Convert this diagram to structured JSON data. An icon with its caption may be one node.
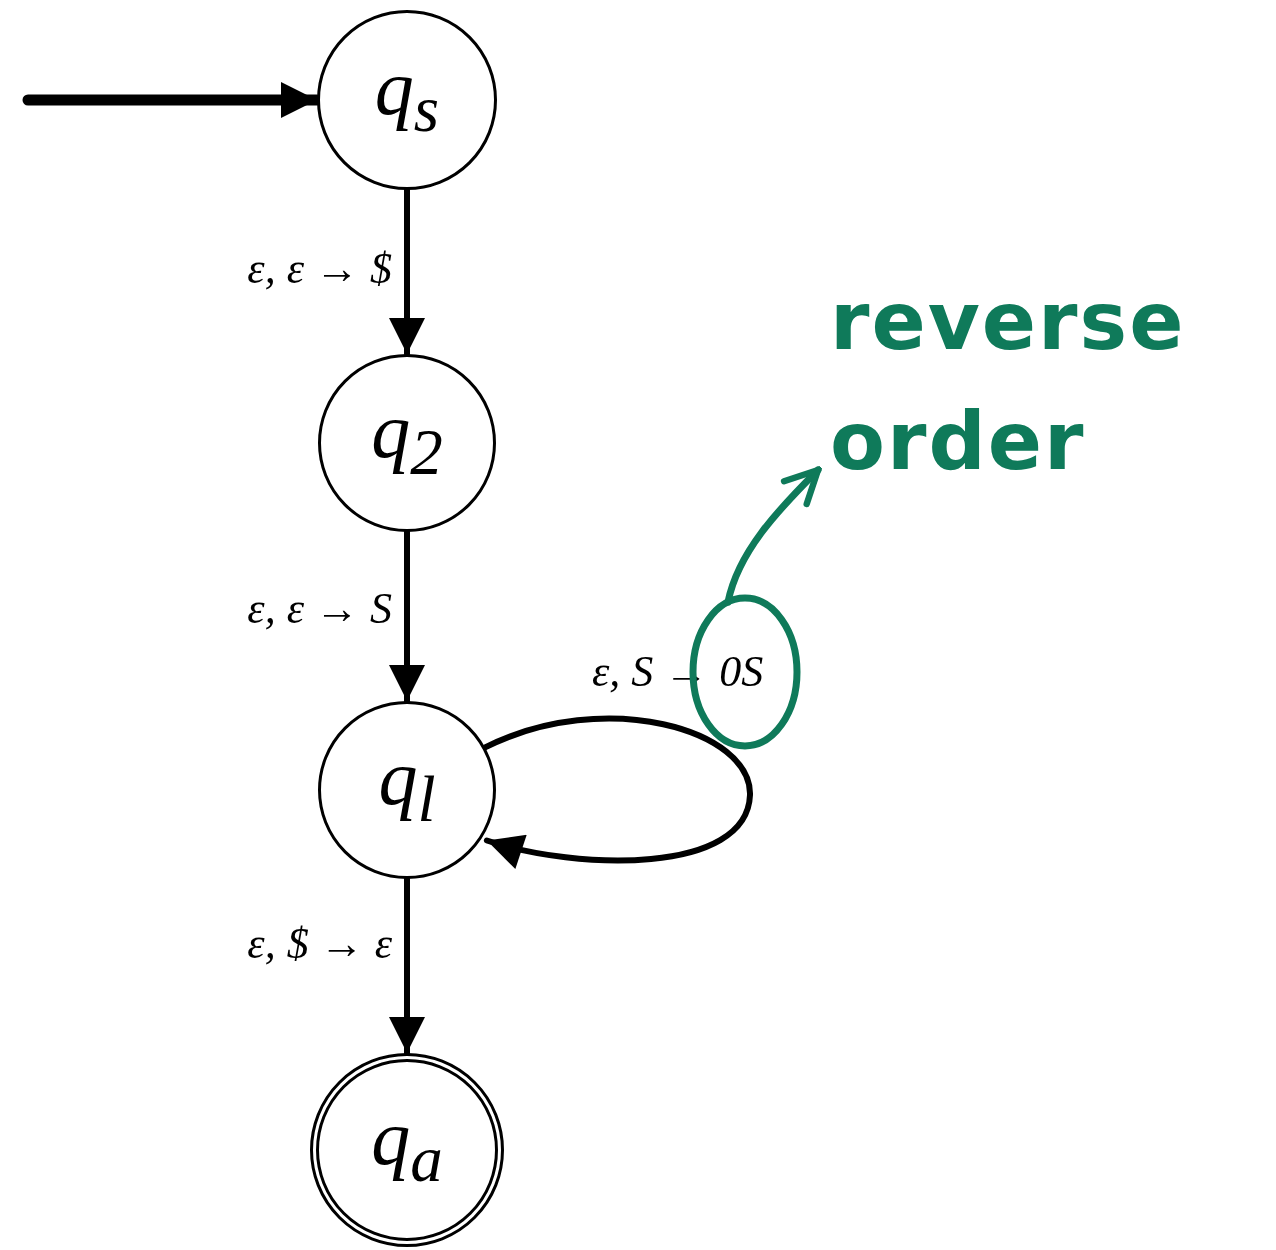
{
  "diagram": {
    "nodes": [
      {
        "text": [
          "q$_{s}$"
        ]
      },
      {
        "text": [
          "q$_{2}$"
        ]
      },
      {
        "text": [
          "q$_{l}$"
        ]
      },
      {
        "text": [
          "q$_{a}$"
        ]
      },
      {
        "text": [
          "reverse order"
        ]
      },
      {
        "text": [],
        "shape": "circle"
      }
    ],
    "edges": [
      {
        "from": null,
        "to": 0,
        "arrow": "to",
        "style": "thick"
      },
      {
        "from": 0,
        "to": 1,
        "arrow": "to",
        "label": "ε, ε → $"
      },
      {
        "from": 1,
        "to": 2,
        "arrow": "to",
        "label": "ε, ε → S"
      },
      {
        "from": 2,
        "to": 2,
        "arrow": "to",
        "label": "ε, S → 0S"
      },
      {
        "from": 2,
        "to": 3,
        "arrow": "to",
        "label": "ε, $ → ε"
      },
      {
        "from": 5,
        "to": 4,
        "arrow": "to",
        "color": "#0f7a5a"
      }
    ]
  }
}
